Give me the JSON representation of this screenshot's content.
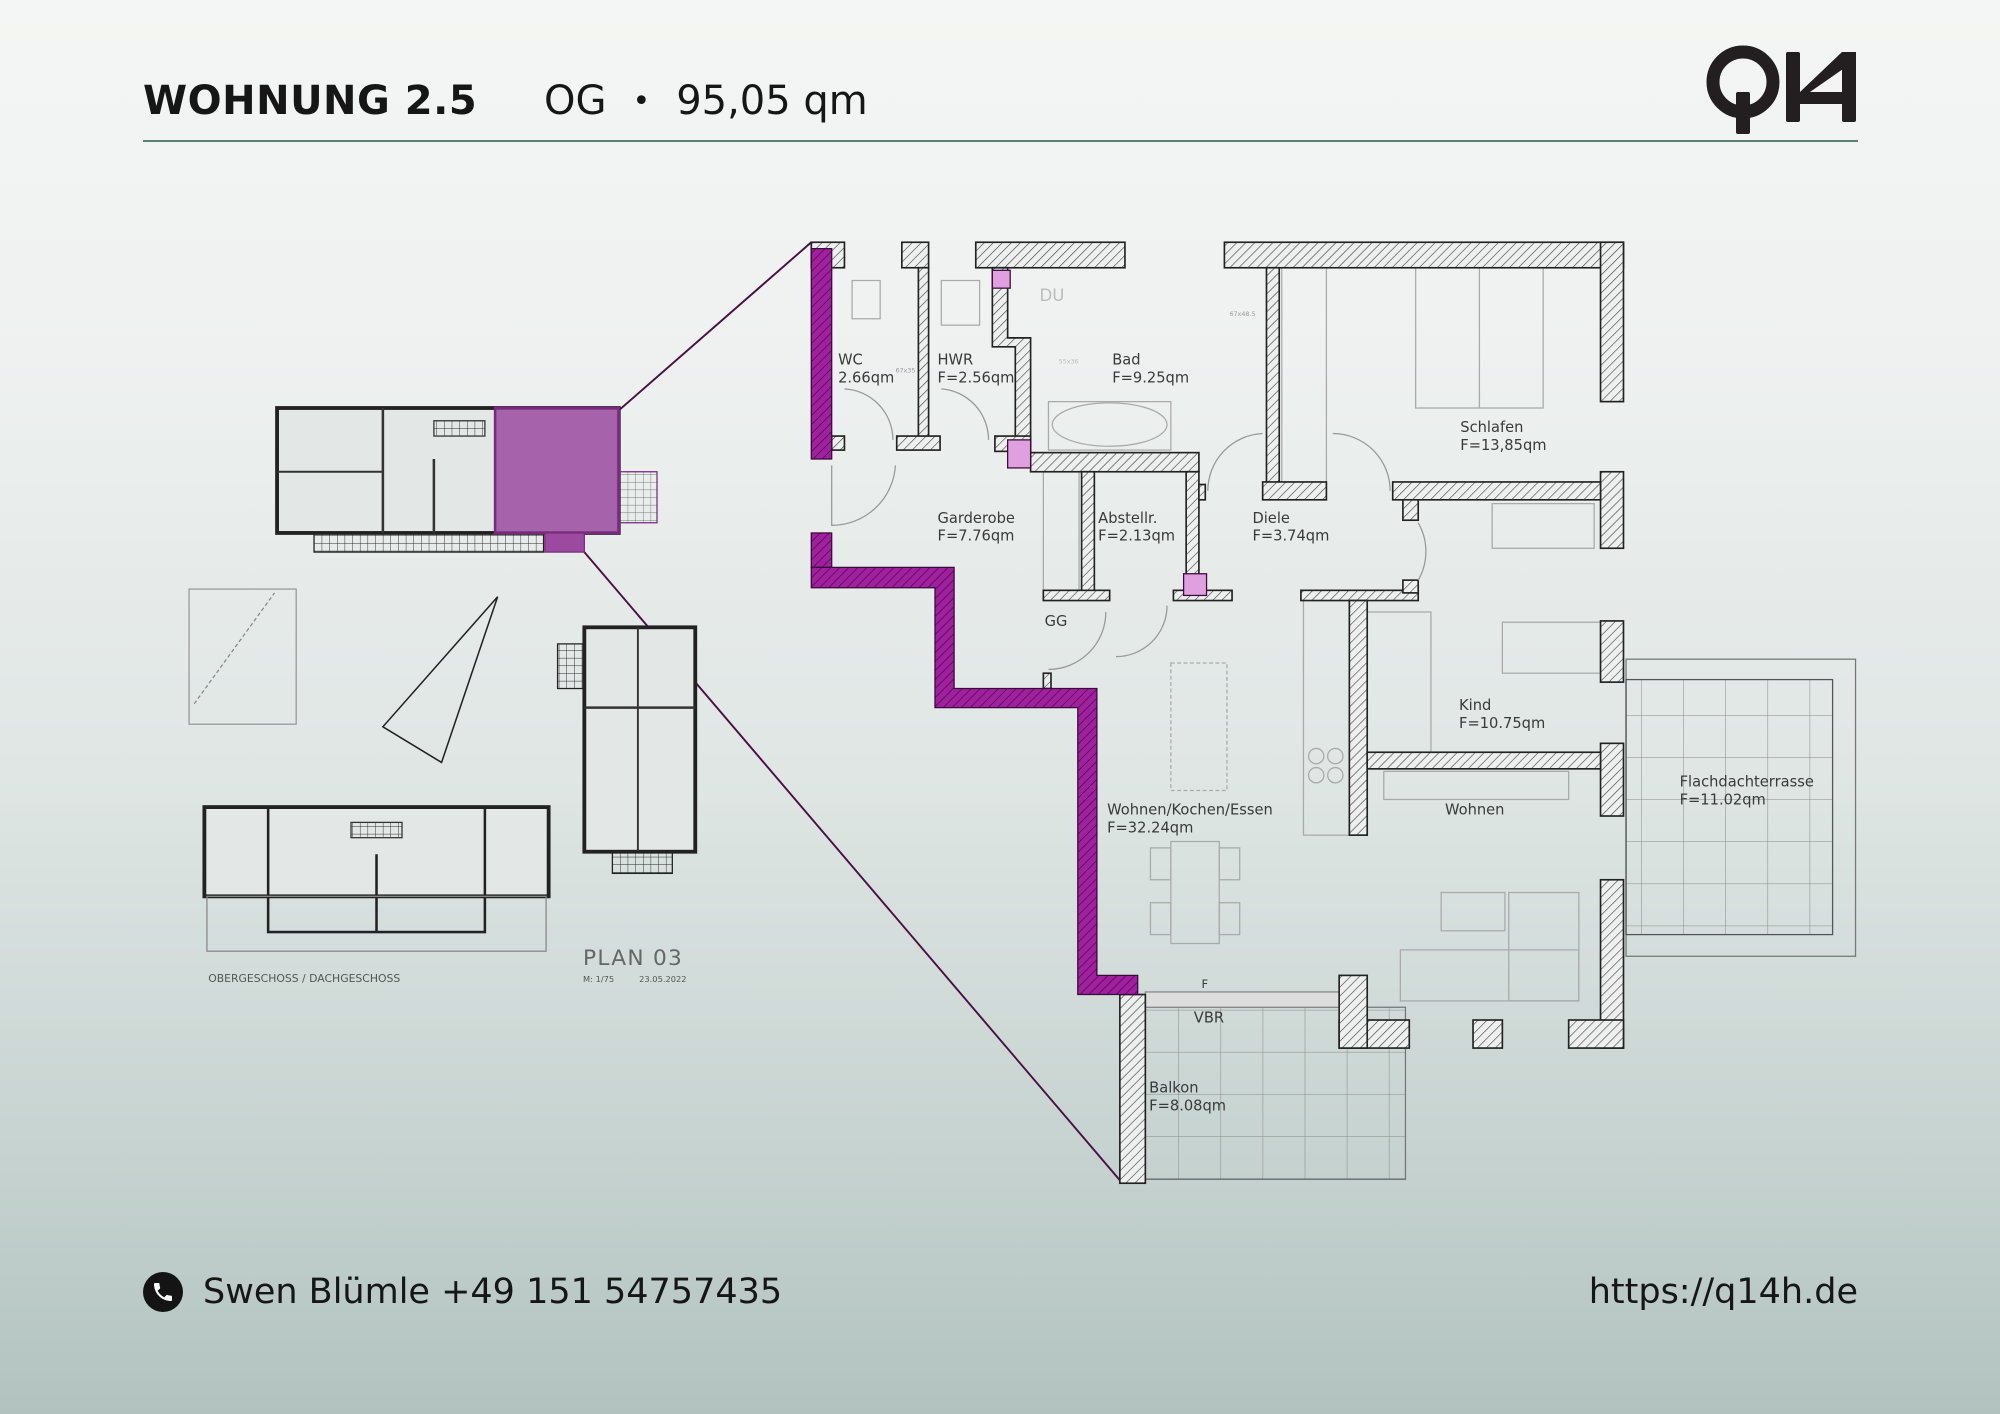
{
  "header": {
    "title": "WOHNUNG 2.5",
    "floor": "OG",
    "separator": "•",
    "area": "95,05 qm",
    "logo_text": "Q14"
  },
  "plan": {
    "highlight_color": "#9b1f9b",
    "rooms": [
      {
        "name": "WC",
        "area": "2.66qm"
      },
      {
        "name": "HWR",
        "area": "F=2.56qm"
      },
      {
        "name": "Bad",
        "area": "F=9.25qm"
      },
      {
        "name": "Schlafen",
        "area": "F=13,85qm"
      },
      {
        "name": "Garderobe",
        "area": "F=7.76qm"
      },
      {
        "name": "Abstellr.",
        "area": "F=2.13qm"
      },
      {
        "name": "Diele",
        "area": "F=3.74qm"
      },
      {
        "name": "Kind",
        "area": "F=10.75qm"
      },
      {
        "name": "Wohnen/Kochen/Essen",
        "area": "F=32.24qm"
      },
      {
        "name": "Flachdachterrasse",
        "area": "F=11.02qm"
      },
      {
        "name": "Balkon",
        "area": "F=8.08qm"
      }
    ],
    "labels": {
      "du": "DU",
      "gg": "GG",
      "wohnen": "Wohnen",
      "vbr": "VBR",
      "f": "F",
      "wc_tray": "67x35",
      "bad_tray": "67x48.5",
      "sink": "55x36"
    }
  },
  "overview": {
    "plan_title": "PLAN  03",
    "scale": "M: 1/75",
    "date": "23.05.2022",
    "floors": "OBERGESCHOSS  /  DACHGESCHOSS"
  },
  "footer": {
    "contact": "Swen Blümle +49 151 54757435",
    "url": "https://q14h.de",
    "phone_icon": "phone-icon"
  }
}
